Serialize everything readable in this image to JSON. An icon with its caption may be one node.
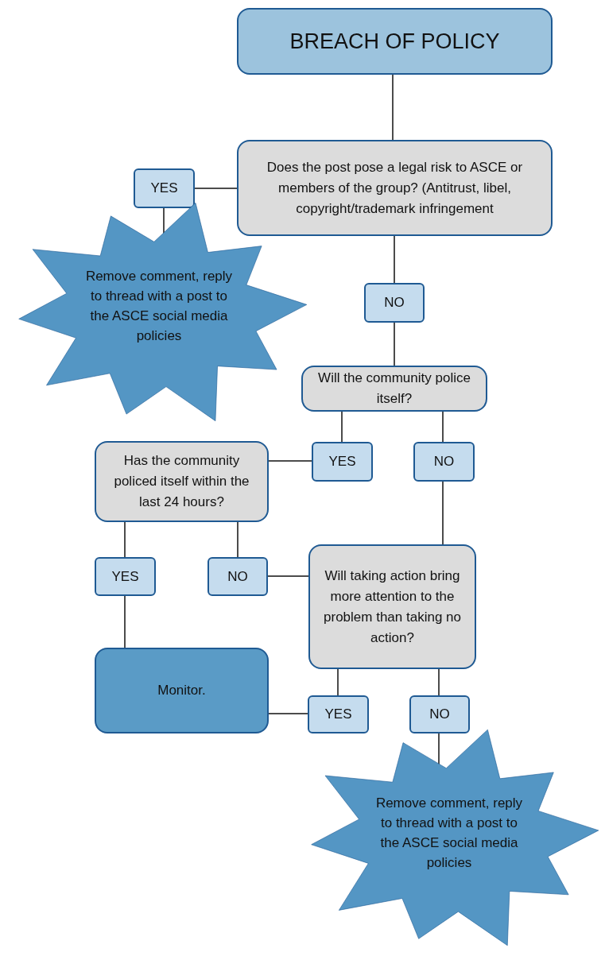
{
  "diagram": {
    "nodes": [
      {
        "text": [
          "BREACH OF POLICY"
        ]
      },
      {
        "text": [
          "Does the post pose a legal risk to ASCE or members of the group? (Antitrust, libel, copyright/trademark infringement"
        ]
      },
      {
        "text": [
          "YES"
        ]
      },
      {
        "text": [
          "Remove comment, reply to thread with a post to the ASCE social media policies"
        ]
      },
      {
        "text": [
          "NO"
        ]
      },
      {
        "text": [
          "Will the community police itself?"
        ]
      },
      {
        "text": [
          "YES"
        ]
      },
      {
        "text": [
          "NO"
        ]
      },
      {
        "text": [
          "Has the community policed itself within the last 24 hours?"
        ]
      },
      {
        "text": [
          "YES"
        ]
      },
      {
        "text": [
          "NO"
        ]
      },
      {
        "text": [
          "Will taking action bring more attention to the problem than taking no action?"
        ]
      },
      {
        "text": [
          "Monitor."
        ]
      },
      {
        "text": [
          "YES"
        ]
      },
      {
        "text": [
          "NO"
        ]
      },
      {
        "text": [
          "Remove comment, reply to thread with a post to the ASCE social media policies"
        ]
      }
    ],
    "edges": [
      {
        "from": 0,
        "to": 1,
        "arrow": "none"
      },
      {
        "from": 1,
        "to": 2,
        "arrow": "none"
      },
      {
        "from": 2,
        "to": 3,
        "arrow": "none"
      },
      {
        "from": 1,
        "to": 4,
        "arrow": "none"
      },
      {
        "from": 4,
        "to": 5,
        "arrow": "none"
      },
      {
        "from": 5,
        "to": 6,
        "arrow": "none"
      },
      {
        "from": 5,
        "to": 7,
        "arrow": "none"
      },
      {
        "from": 6,
        "to": 8,
        "arrow": "none"
      },
      {
        "from": 7,
        "to": 11,
        "arrow": "none"
      },
      {
        "from": 8,
        "to": 9,
        "arrow": "none"
      },
      {
        "from": 8,
        "to": 10,
        "arrow": "none"
      },
      {
        "from": 11,
        "to": 10,
        "arrow": "none"
      },
      {
        "from": 9,
        "to": 12,
        "arrow": "none"
      },
      {
        "from": 11,
        "to": 13,
        "arrow": "none"
      },
      {
        "from": 11,
        "to": 14,
        "arrow": "none"
      },
      {
        "from": 13,
        "to": 12,
        "arrow": "none"
      },
      {
        "from": 14,
        "to": 15,
        "arrow": "none"
      }
    ]
  }
}
